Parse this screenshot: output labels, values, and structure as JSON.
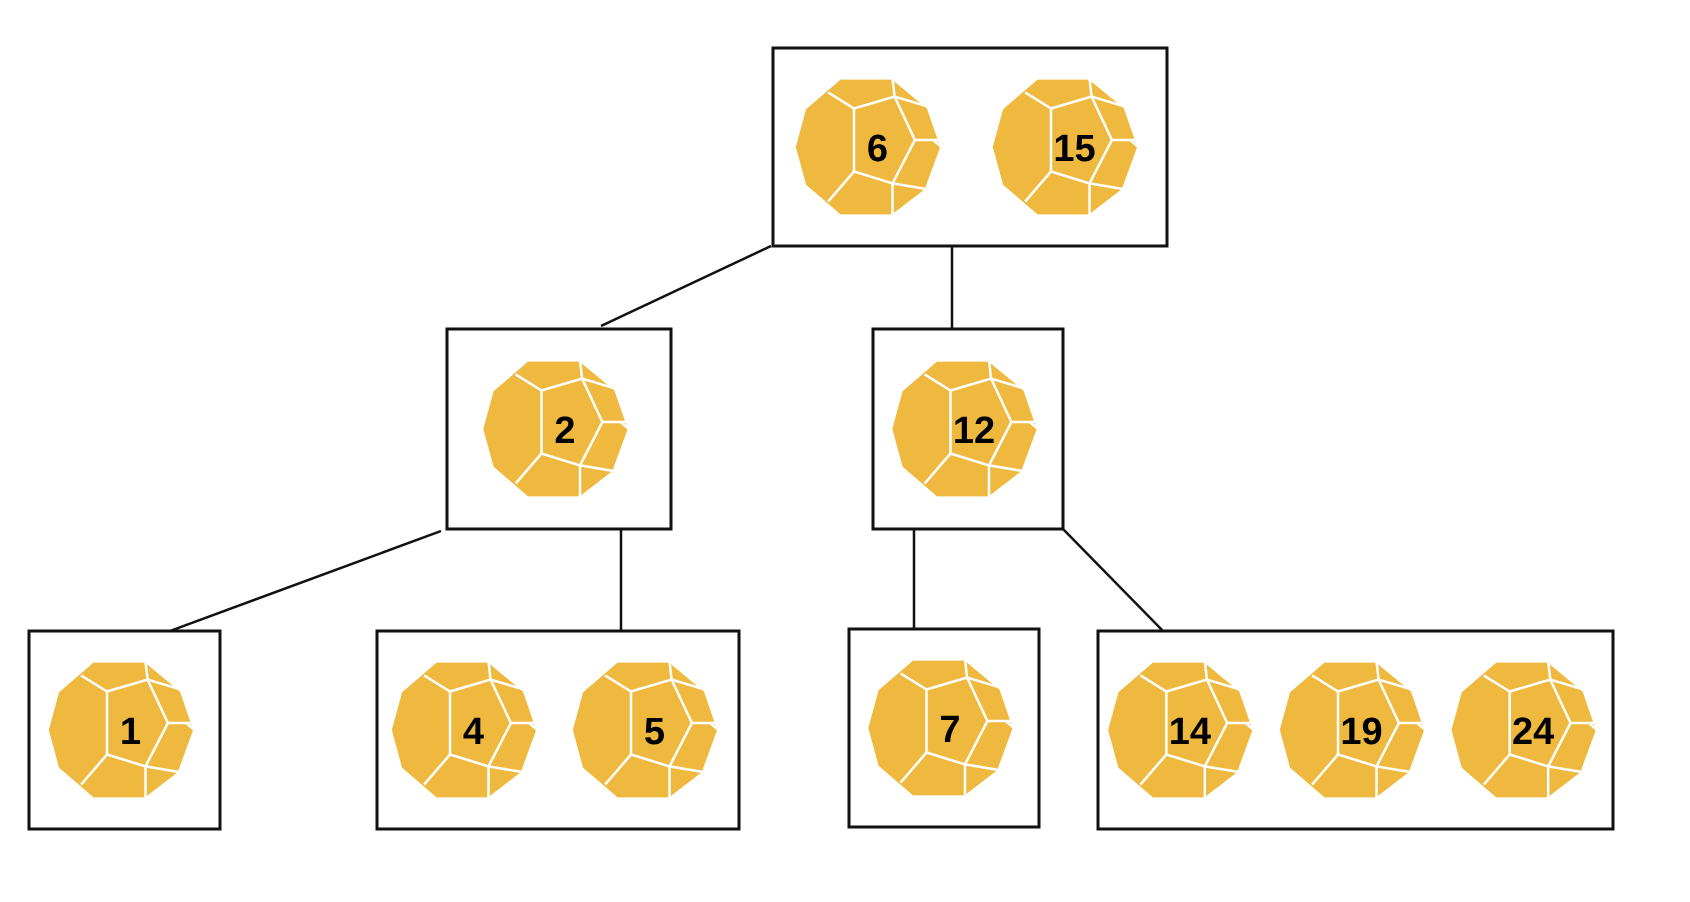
{
  "colors": {
    "die_fill": "#EFB93F",
    "die_edge": "#FFFFFF",
    "box_stroke": "#111111",
    "label": "#000000"
  },
  "icon": "dodecahedron-die-icon",
  "tree": {
    "root": {
      "keys": [
        "6",
        "15"
      ],
      "children": [
        {
          "keys": [
            "2"
          ],
          "children": [
            {
              "keys": [
                "1"
              ]
            },
            {
              "keys": [
                "4",
                "5"
              ]
            }
          ]
        },
        {
          "keys": [
            "12"
          ],
          "children": [
            {
              "keys": [
                "7"
              ]
            },
            {
              "keys": [
                "14",
                "19",
                "24"
              ]
            }
          ]
        }
      ]
    }
  }
}
